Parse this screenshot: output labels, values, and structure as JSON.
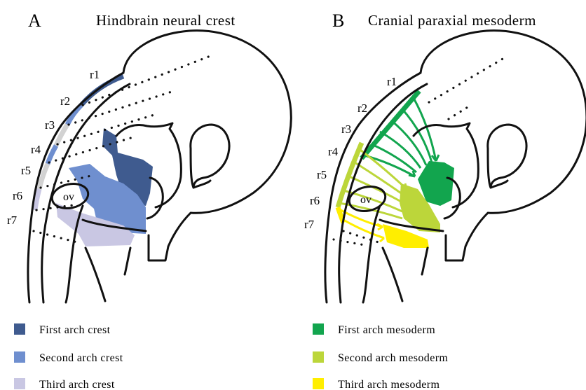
{
  "panels": [
    {
      "letter": "A",
      "title": "Hindbrain neural crest",
      "rhombomeres": [
        "r1",
        "r2",
        "r3",
        "r4",
        "r5",
        "r6",
        "r7"
      ],
      "otic_vesicle": "ov"
    },
    {
      "letter": "B",
      "title": "Cranial paraxial mesoderm",
      "rhombomeres": [
        "r1",
        "r2",
        "r3",
        "r4",
        "r5",
        "r6",
        "r7"
      ],
      "otic_vesicle": "ov"
    }
  ],
  "legend": {
    "crest": [
      {
        "label": "First arch crest",
        "color": "#3f5b8f"
      },
      {
        "label": "Second arch crest",
        "color": "#6f8fcf"
      },
      {
        "label": "Third arch crest",
        "color": "#c9c7e3"
      }
    ],
    "mesoderm": [
      {
        "label": "First arch mesoderm",
        "color": "#12a54e"
      },
      {
        "label": "Second arch mesoderm",
        "color": "#bcd63a"
      },
      {
        "label": "Third arch mesoderm",
        "color": "#ffee00"
      }
    ]
  },
  "colors": {
    "non_migrating_crest": "#d2d2d2",
    "outline": "#111111"
  }
}
